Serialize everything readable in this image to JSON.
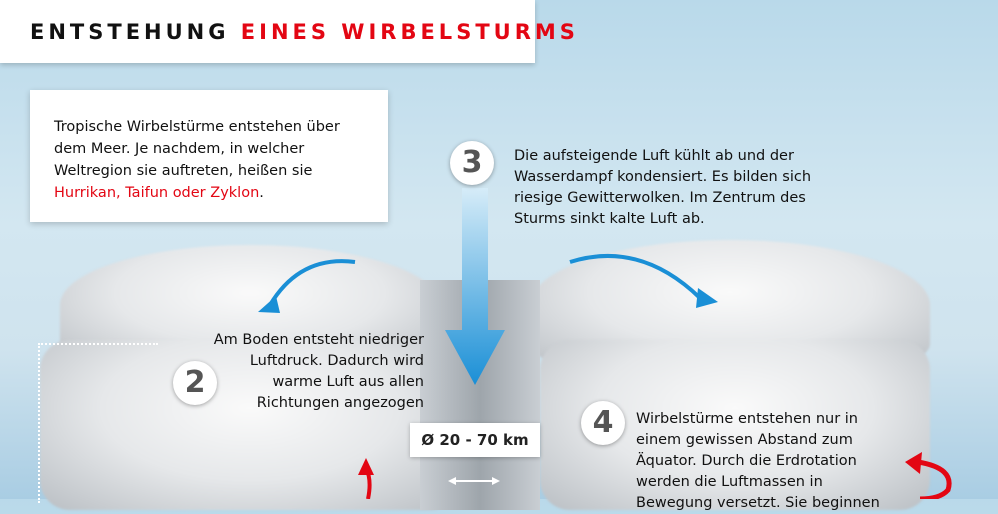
{
  "title": {
    "part1": "ENTSTEHUNG",
    "part2": "EINES WIRBELSTURMS"
  },
  "intro": {
    "text": "Tropische Wirbelstürme entstehen über dem Meer. Je nachdem, in welcher Weltregion sie auftreten, heißen sie",
    "highlight": "Hurrikan, Taifun oder Zyklon",
    "end": "."
  },
  "steps": [
    {
      "number": "2",
      "text": "Am Boden entsteht niedriger Luftdruck. Dadurch wird warme Luft aus allen Richtungen angezogen"
    },
    {
      "number": "3",
      "text": "Die aufsteigende Luft kühlt ab und der Wasserdampf kondensiert. Es bilden sich riesige Gewitterwolken. Im Zentrum des Sturms sinkt kalte Luft ab."
    },
    {
      "number": "4",
      "text": "Wirbelstürme entstehen nur in einem gewissen Abstand zum Äquator. Durch die Erdrotation werden die Luftmassen in Bewegung versetzt. Sie beginnen"
    }
  ],
  "eye_diameter": "Ø 20 - 70 km",
  "colors": {
    "accent": "#e30613",
    "arrow_blue": "#1a8fd6"
  }
}
